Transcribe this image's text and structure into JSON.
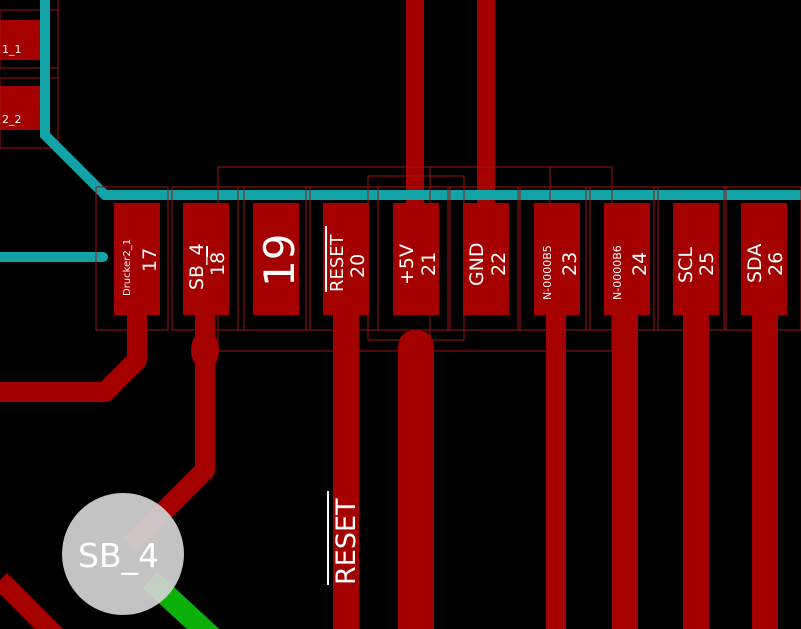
{
  "colors": {
    "background": "#000000",
    "copper_front": "#a50000",
    "copper_cyan": "#11a3a6",
    "outline": "#9b1515",
    "via": "#d0d0d0",
    "green_track": "#0bb00b",
    "text": "#ffffff"
  },
  "left_labels": [
    {
      "text": "1_1"
    },
    {
      "text": "2_2"
    }
  ],
  "pads": [
    {
      "net": "Drucker2_1",
      "num": "17"
    },
    {
      "net": "SB_4",
      "num": "18"
    },
    {
      "net": "",
      "num": "19"
    },
    {
      "net": "RESET",
      "num": "20",
      "overline": true
    },
    {
      "net": "+5V",
      "num": "21"
    },
    {
      "net": "GND",
      "num": "22"
    },
    {
      "net": "N-0000B5",
      "num": "23"
    },
    {
      "net": "N-0000B6",
      "num": "24"
    },
    {
      "net": "SCL",
      "num": "25"
    },
    {
      "net": "SDA",
      "num": "26"
    }
  ],
  "reset_trace_label": "RESET",
  "via_label": "SB_4"
}
